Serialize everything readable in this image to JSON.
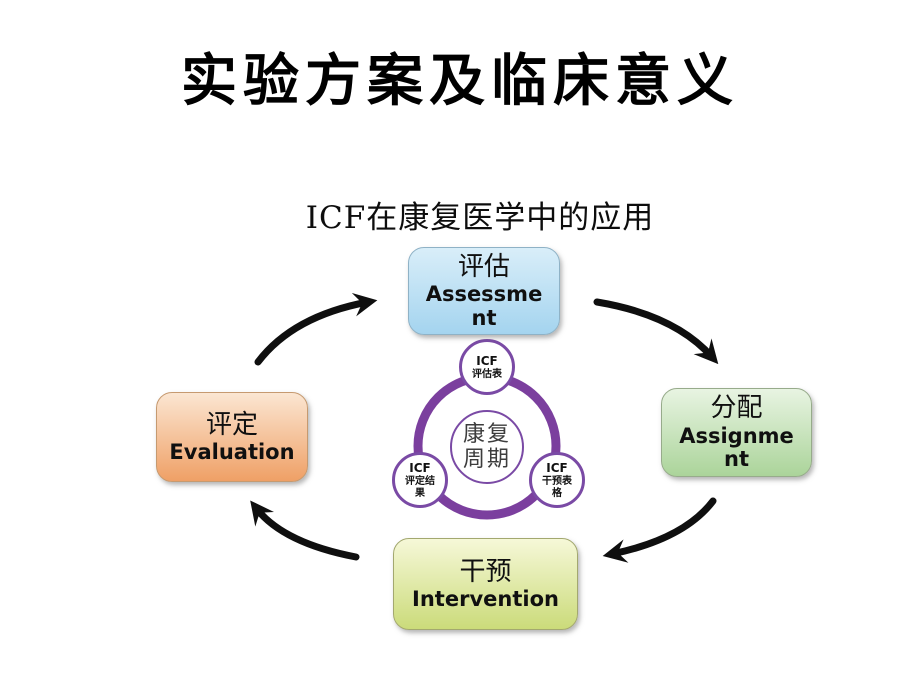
{
  "slide": {
    "title": "实验方案及临床意义",
    "subtitle": "ICF在康复医学中的应用"
  },
  "diagram": {
    "boxes": {
      "assessment": {
        "zh": "评估",
        "en_line1": "Assessme",
        "en_line2": "nt",
        "fill_top": "#d9eef9",
        "fill_bottom": "#a4d4ef",
        "border": "#8fb2c6"
      },
      "assignment": {
        "zh": "分配",
        "en_line1": "Assignme",
        "en_line2": "nt",
        "fill_top": "#e8f4e2",
        "fill_bottom": "#abd49a",
        "border": "#97ab8b"
      },
      "evaluation": {
        "zh": "评定",
        "en": "Evaluation",
        "fill_top": "#fbe6d2",
        "fill_bottom": "#efa066",
        "border": "#c69a70"
      },
      "intervention": {
        "zh": "干预",
        "en": "Intervention",
        "fill_top": "#f6f8d8",
        "fill_bottom": "#cbdb7a",
        "border": "#a3a86f"
      }
    },
    "center_circle": {
      "line1": "康复",
      "line2": "周期"
    },
    "satellites": {
      "top": {
        "line1": "ICF",
        "line2": "评估表"
      },
      "bottom_left": {
        "line1": "ICF",
        "line2": "评定结",
        "line3": "果"
      },
      "bottom_right": {
        "line1": "ICF",
        "line2": "干预表",
        "line3": "格"
      }
    },
    "ring_color": "#7b3f9e",
    "circle_border_color": "#7a4aa5",
    "arrow_color": "#0f0f0f"
  }
}
